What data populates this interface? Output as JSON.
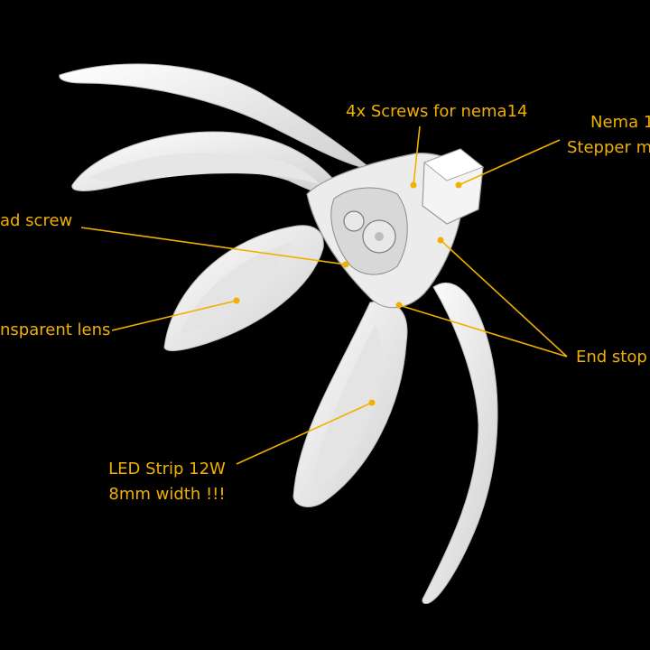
{
  "annotation_color": "#f0b000",
  "background_color": "#000000",
  "model_color": "#f2f2f2",
  "labels": {
    "screws": "4x Screws for nema14",
    "nema_line1": "Nema 1",
    "nema_line2": "Stepper m",
    "lead_screw": "ad screw",
    "lens": "nsparent lens",
    "end_stop": "End stop",
    "led_line1": "LED Strip 12W",
    "led_line2": "8mm width !!!"
  }
}
